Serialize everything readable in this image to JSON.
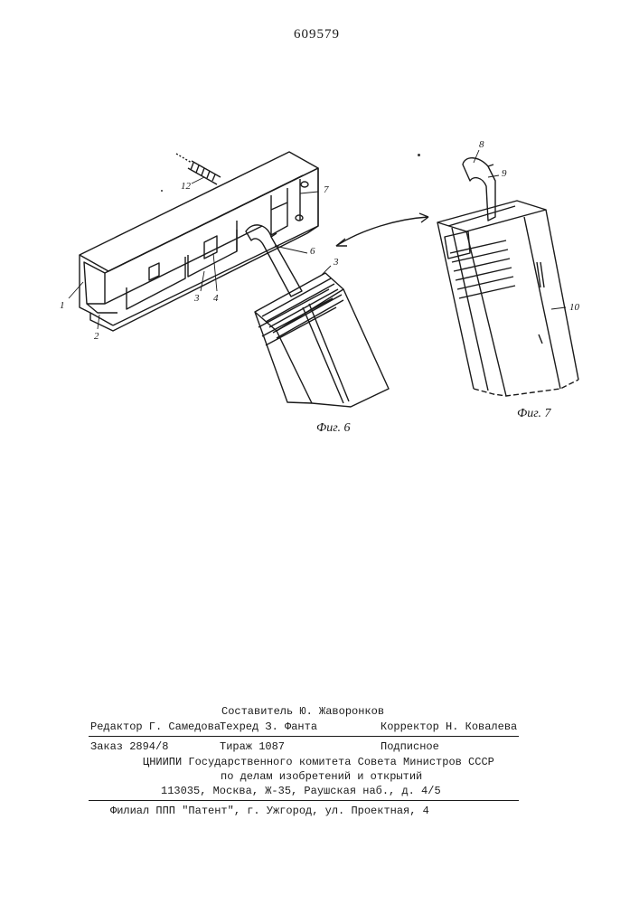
{
  "patent_number": "609579",
  "figures": [
    {
      "label": "Фиг. 6",
      "callouts": [
        "12",
        "7",
        "6",
        "3",
        "1",
        "2",
        "3",
        "4"
      ]
    },
    {
      "label": "Фиг. 7",
      "callouts": [
        "8",
        "9",
        "10"
      ]
    }
  ],
  "imprint": {
    "compiler": "Составитель Ю. Жаворонков",
    "editor": "Редактор Г. Самедова",
    "techred": "Техред З. Фанта",
    "corrector": "Корректор Н. Ковалева",
    "order": "Заказ 2894/8",
    "circulation": "Тираж 1087",
    "subscription": "Подписное",
    "org_line1": "ЦНИИПИ Государственного комитета Совета Министров СССР",
    "org_line2": "по делам изобретений и открытий",
    "address": "113035, Москва, Ж-35, Раушская наб., д. 4/5",
    "branch": "Филиал ППП \"Патент\", г. Ужгород, ул. Проектная, 4"
  }
}
